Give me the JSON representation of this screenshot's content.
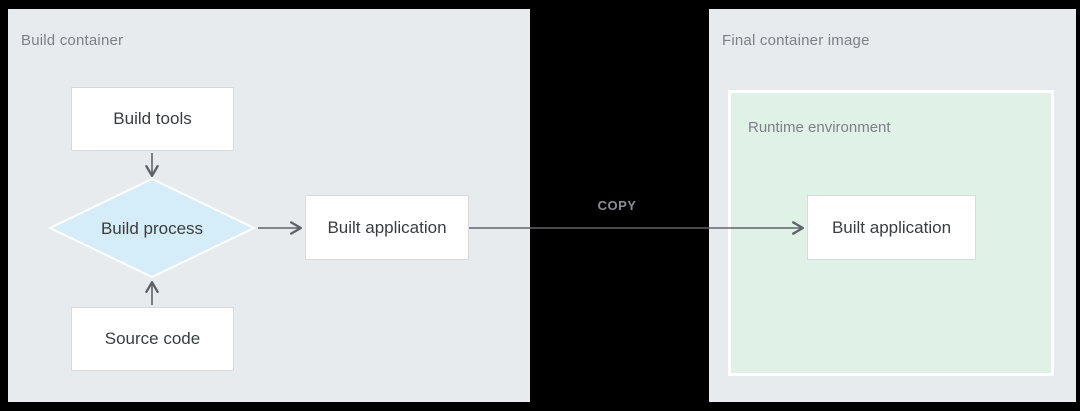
{
  "diagram": {
    "build_container": {
      "title": "Build container"
    },
    "final_container": {
      "title": "Final container image",
      "runtime_title": "Runtime environment"
    },
    "nodes": {
      "build_tools": "Build tools",
      "build_process": "Build process",
      "built_application_src": "Built application",
      "source_code": "Source code",
      "built_application_dst": "Built application"
    },
    "edges": [
      {
        "from": "build_tools",
        "to": "build_process",
        "label": ""
      },
      {
        "from": "source_code",
        "to": "build_process",
        "label": ""
      },
      {
        "from": "build_process",
        "to": "built_application_src",
        "label": ""
      },
      {
        "from": "built_application_src",
        "to": "built_application_dst",
        "label": "COPY"
      }
    ]
  },
  "colors": {
    "background": "#000000",
    "panel_bg": "#e8ebee",
    "runtime_bg": "#e0f1e8",
    "diamond_fill": "#d5edf8",
    "node_bg": "#ffffff",
    "node_border": "#d8dadd",
    "arrow": "#5f6368",
    "panel_title_text": "#7d8186",
    "node_text": "#3a3d40",
    "copy_text": "#8b8e92"
  }
}
